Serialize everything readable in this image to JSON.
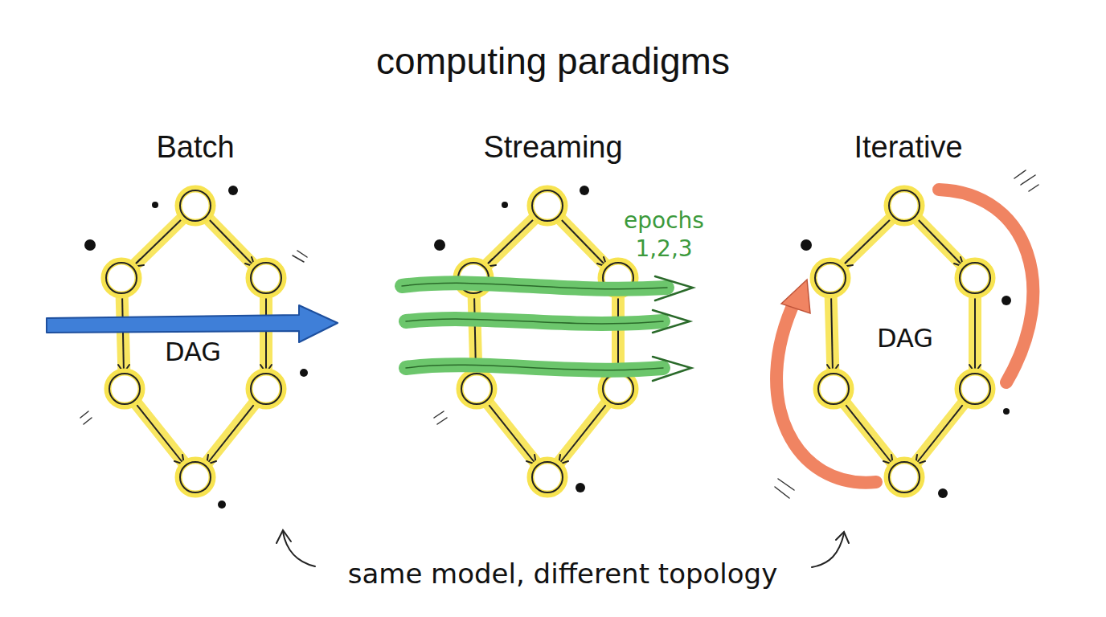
{
  "diagram": {
    "title": "computing paradigms",
    "caption": "same model, different topology",
    "labels": [
      "Batch",
      "Streaming",
      "Iterative",
      "DAG",
      "epochs 1,2,3",
      "DAG"
    ]
  }
}
